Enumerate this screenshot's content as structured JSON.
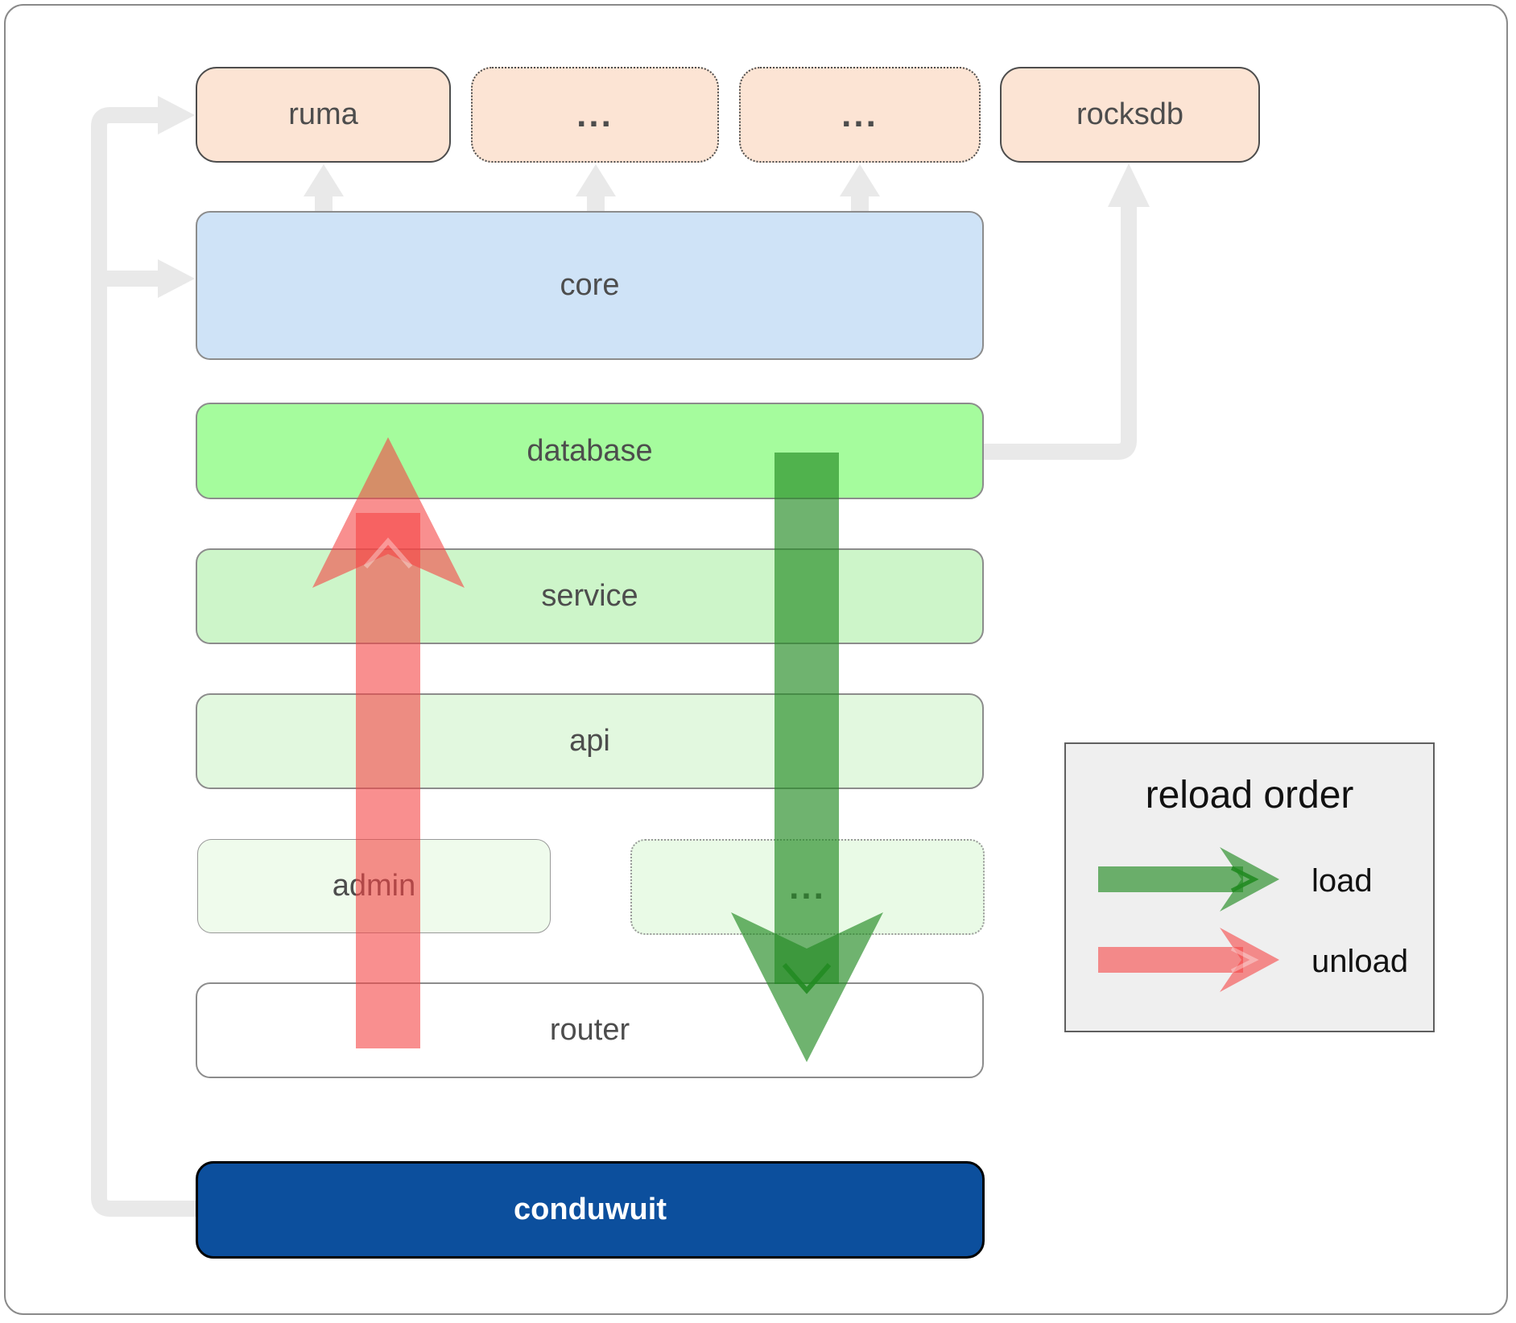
{
  "diagram": {
    "top_row": {
      "ruma": "ruma",
      "ellipsis1": "...",
      "ellipsis2": "...",
      "rocksdb": "rocksdb"
    },
    "layers": {
      "core": "core",
      "database": "database",
      "service": "service",
      "api": "api",
      "admin": "admin",
      "ellipsis3": "...",
      "router": "router",
      "conduwuit": "conduwuit"
    },
    "arrows": {
      "load_direction": "database down to router",
      "unload_direction": "router up to database"
    }
  },
  "legend": {
    "title": "reload order",
    "load_label": "load",
    "unload_label": "unload"
  },
  "colors": {
    "peach": "#fce4d4",
    "blue": "#cfe3f7",
    "green-bright": "#a5fc9d",
    "green-mid": "#cdf5c9",
    "green-light": "#e2f8df",
    "green-faint": "#effbec",
    "green-faint2": "#e9fae6",
    "navy": "#0c4f9d",
    "legend-bg": "#efefef",
    "connector": "#e9e9e9",
    "arrow-green": "#228b22",
    "arrow-red": "#f54545",
    "text": "#4d4d4d"
  }
}
